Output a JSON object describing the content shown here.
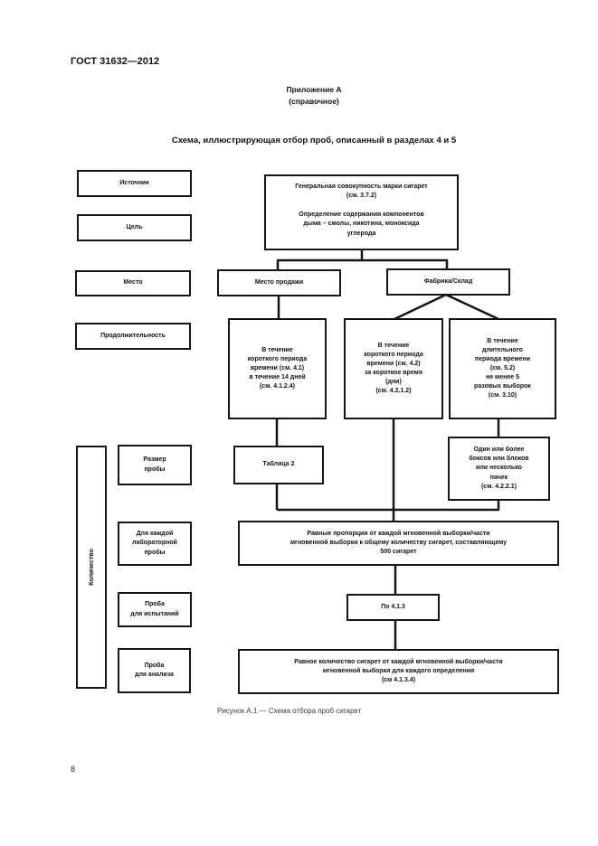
{
  "header": {
    "doc_number": "ГОСТ 31632—2012",
    "appendix": "Приложение А",
    "appendix_note": "(справочное)",
    "title": "Схема, иллюстрирующая отбор проб, описанный в разделах 4 и 5"
  },
  "labels": {
    "source": "Источник",
    "goal": "Цель",
    "place": "Место",
    "duration": "Продолжительность",
    "quantity": "Количество",
    "sample_size": "Размер\nпробы",
    "lab_sample": "Для каждой\nлабораторной\nпробы",
    "test_sample": "Проба\nдля испытаний",
    "analysis_sample": "Проба\nдля анализа"
  },
  "nodes": {
    "population": "Генеральная совокупность марки сигарет\n(см. 3.7.2)",
    "purpose": "Определение содержания компонентов\nдыма – смолы, никотина, моноксида\nуглерода",
    "sale_place": "Место продажи",
    "factory": "Фабрика/Склад",
    "short_period_1": "В течение\nкороткого периода\nвремени (см. 4.1)\nв течение 14 дней\n(см. 4.1.2.4)",
    "short_period_2": "В течение\nкороткого периода\nвремени (см. 4.2)\nза короткое время\n(дни)\n(см. 4.2.1.2)",
    "long_period": "В течение\nдлительного\nпериода времени\n(см. 5.2)\nне менее 5\nразовых выборок\n(см. 3.10)",
    "table2": "Таблица 2",
    "boxes_blocks": "Один или более\nбоксов или блоков\nили несколько\nпачек\n(см. 4.2.2.1)",
    "equal_proportions": "Равные пропорции от каждой мгновенной выборки/части\nмгновенной выборки к общему количеству сигарет, составляющему\n500 сигарет",
    "po_413": "По 4.1.3",
    "equal_quantity": "Равное количество сигарет от каждой мгновенной выборки/части\nмгновенной выборки для каждого определения\n(см 4.1.3.4)"
  },
  "footer": {
    "figure_caption": "Рисунок  А.1 — Схема отбора проб сигарет",
    "page_number": "8"
  }
}
